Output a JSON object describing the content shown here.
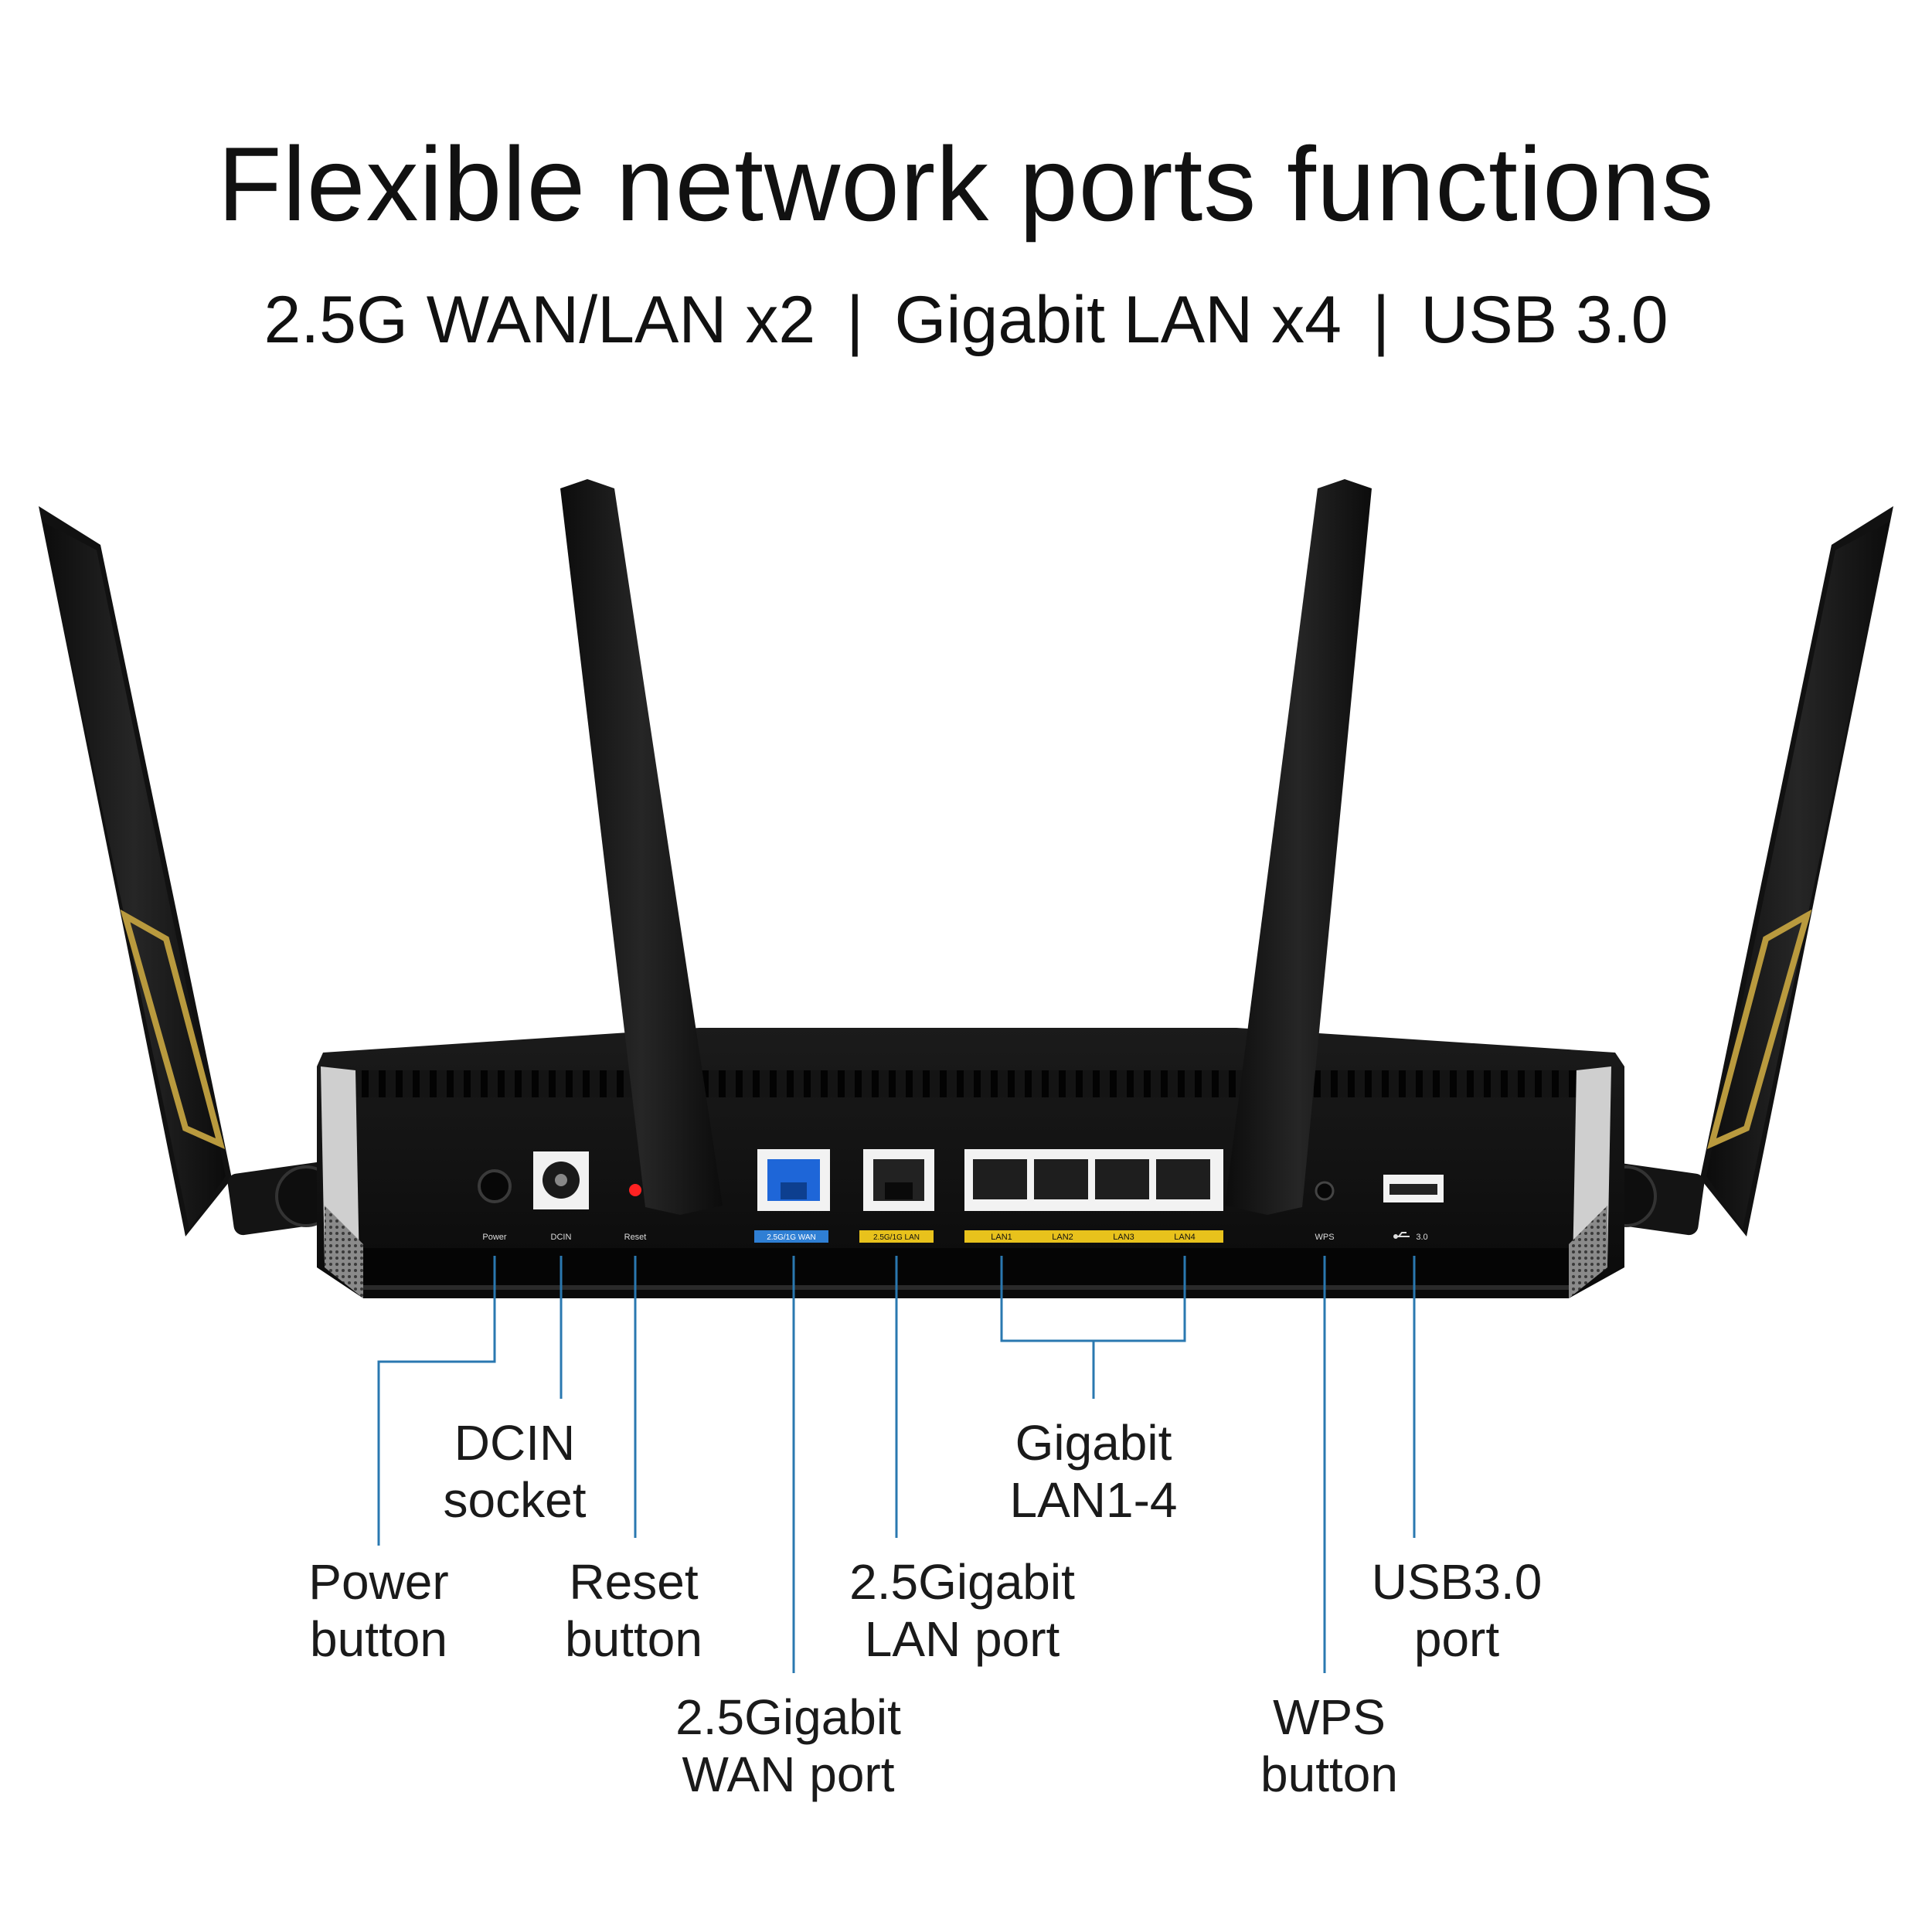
{
  "header": {
    "title": "Flexible network ports functions",
    "features": [
      "2.5G WAN/LAN x2",
      "Gigabit LAN x4",
      "USB 3.0"
    ],
    "separator": "|"
  },
  "panel_labels": {
    "power": "Power",
    "dcin": "DCIN",
    "reset": "Reset",
    "wan": "2.5G/1G WAN",
    "lan25": "2.5G/1G LAN",
    "lan1": "LAN1",
    "lan2": "LAN2",
    "lan3": "LAN3",
    "lan4": "LAN4",
    "wps": "WPS",
    "usb": "3.0"
  },
  "callouts": {
    "power": [
      "Power",
      "button"
    ],
    "dcin": [
      "DCIN",
      "socket"
    ],
    "reset": [
      "Reset",
      "button"
    ],
    "wan": [
      "2.5Gigabit",
      "WAN port"
    ],
    "lan25": [
      "2.5Gigabit",
      "LAN port"
    ],
    "lan14": [
      "Gigabit",
      "LAN1-4"
    ],
    "wps": [
      "WPS",
      "button"
    ],
    "usb": [
      "USB3.0",
      "port"
    ]
  },
  "colors": {
    "leader_line": "#2a78b0",
    "wan_label_bg": "#2f7fd4",
    "lan_label_bg": "#e8c21c",
    "wan_port": "#1e66d8",
    "reset_led": "#ff2222",
    "antenna_trim": "#b99a3e"
  }
}
